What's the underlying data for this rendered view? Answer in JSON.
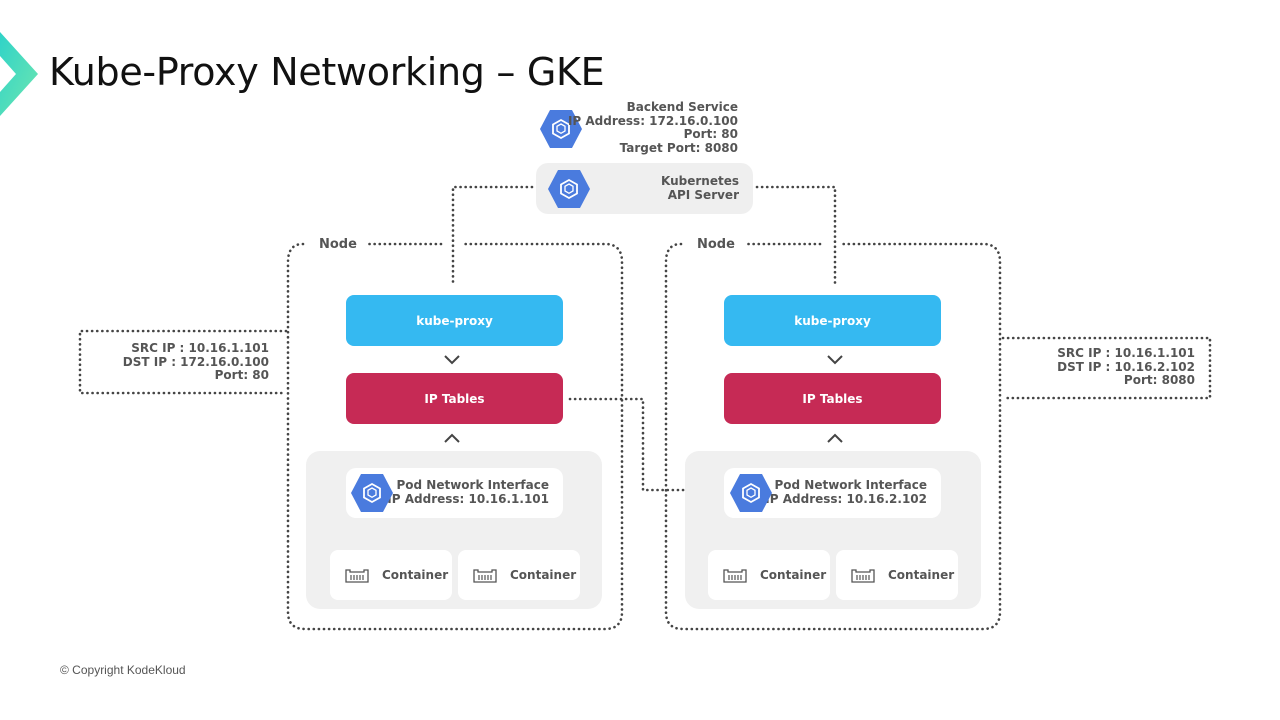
{
  "slide": {
    "title": "Kube-Proxy Networking – GKE",
    "copyright": "© Copyright KodeKloud",
    "logo_icon": "kodekloud-chevron-icon"
  },
  "colors": {
    "kube_proxy": "#35b9f1",
    "ip_tables": "#c62a55",
    "gke_hex": "#4a7bde",
    "panel_gray": "#efefef",
    "dotted_line": "#444444",
    "logo_teal": "#3fd9c0"
  },
  "backend_service": {
    "icon": "gke-service-hexagon-icon",
    "lines": [
      "Backend Service",
      "IP Address: 172.16.0.100",
      "Port: 80",
      "Target Port: 8080"
    ]
  },
  "api_server": {
    "icon": "gke-hexagon-icon",
    "lines": [
      "Kubernetes",
      "API Server"
    ]
  },
  "nodes": [
    {
      "label": "Node",
      "kube_proxy": "kube-proxy",
      "ip_tables": "IP Tables",
      "pod": {
        "lines": [
          "Pod Network Interface",
          "Pod IP Address: 10.16.1.101"
        ]
      },
      "containers": [
        "Container",
        "Container"
      ]
    },
    {
      "label": "Node",
      "kube_proxy": "kube-proxy",
      "ip_tables": "IP Tables",
      "pod": {
        "lines": [
          "Pod Network Interface",
          "Pod IP Address: 10.16.2.102"
        ]
      },
      "containers": [
        "Container",
        "Container"
      ]
    }
  ],
  "packets": [
    {
      "lines": [
        "SRC IP : 10.16.1.101",
        "DST IP : 172.16.0.100",
        "Port: 80"
      ]
    },
    {
      "lines": [
        "SRC IP : 10.16.1.101",
        "DST IP : 10.16.2.102",
        "Port: 8080"
      ]
    }
  ]
}
